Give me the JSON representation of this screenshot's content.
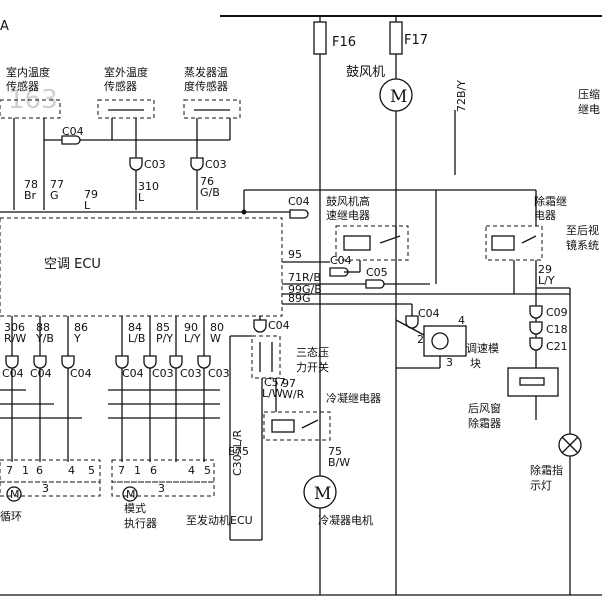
{
  "corner_letter": "A",
  "watermark": "163",
  "fuses": {
    "f16": "F16",
    "f17": "F17"
  },
  "sensors": {
    "cabin": [
      "室内温度",
      "传感器"
    ],
    "outdoor": [
      "室外温度",
      "传感器"
    ],
    "evaporator": [
      "蒸发器温",
      "度传感器"
    ]
  },
  "connectors": {
    "c04": "C04",
    "c03": "C03",
    "c05": "C05",
    "c09": "C09",
    "c18": "C18",
    "c21": "C21",
    "c57": "C57"
  },
  "wires": {
    "w78": "78",
    "w78c": "Br",
    "w77": "77",
    "w77c": "G",
    "w79": "79",
    "w79c": "L",
    "w310": "310",
    "w310c": "L",
    "w76": "76",
    "w76c": "G/B",
    "w95": "95",
    "w71": "71R/B",
    "w99": "99G/B",
    "w89": "89G",
    "w29": "29",
    "w29c": "L/Y",
    "w72": "72B/Y",
    "w306": "306",
    "w306c": "R/W",
    "w88": "88",
    "w88c": "Y/B",
    "w86": "86",
    "w86c": "Y",
    "w84": "84",
    "w84c": "L/B",
    "w85": "85",
    "w85c": "P/Y",
    "w90": "90",
    "w90c": "L/Y",
    "w80": "80",
    "w80c": "W",
    "w57": "L/W",
    "w97": "97",
    "w97c": "W/R",
    "w75": "75",
    "w75c": "B/W",
    "we75": "E75",
    "we75b": "C305L/R"
  },
  "components": {
    "blower_motor": "鼓风机",
    "blower_relay": [
      "鼓风机高",
      "速继电器"
    ],
    "ac_ecu": "空调 ECU",
    "defrost_relay": [
      "除霜继",
      "电器"
    ],
    "rear_mirror": [
      "至后视",
      "镜系统"
    ],
    "compressor": [
      "压缩",
      "继电"
    ],
    "pressure_switch": [
      "三态压",
      "力开关"
    ],
    "speed_module": [
      "调速模",
      "块"
    ],
    "condenser_relay": "冷凝继电器",
    "rear_defroster": [
      "后风窗",
      "除霜器"
    ],
    "defrost_lamp": [
      "除霜指",
      "示灯"
    ],
    "engine_ecu": "至发动机ECU",
    "condenser_motor": "冷凝器电机",
    "mode_actuator": [
      "模式",
      "执行器"
    ],
    "recirc_fragment": "循环"
  },
  "motor_symbol": "M",
  "pins": {
    "p7": "7",
    "p1": "1",
    "p6": "6",
    "p4": "4",
    "p5": "5",
    "p3": "3",
    "p2": "2"
  }
}
